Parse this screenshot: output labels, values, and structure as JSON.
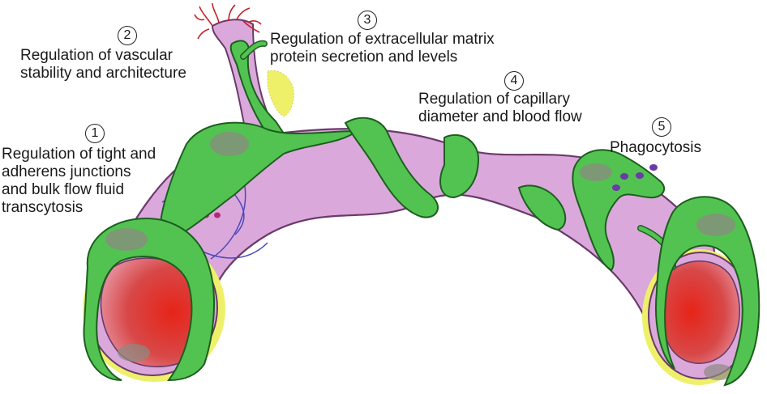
{
  "annotations": [
    {
      "id": "1",
      "number": "1",
      "lines": [
        "Regulation of tight and",
        "adherens junctions",
        "and bulk flow fluid",
        "transcytosis"
      ]
    },
    {
      "id": "2",
      "number": "2",
      "lines": [
        "Regulation of vascular",
        "stability and architecture"
      ]
    },
    {
      "id": "3",
      "number": "3",
      "lines": [
        "Regulation of extracellular matrix",
        "protein secretion and levels"
      ]
    },
    {
      "id": "4",
      "number": "4",
      "lines": [
        "Regulation of capillary",
        "diameter and blood flow"
      ]
    },
    {
      "id": "5",
      "number": "5",
      "lines": [
        "Phagocytosis"
      ]
    }
  ],
  "colors": {
    "vessel": "#dba8dc",
    "vessel_outline": "#6a3a6a",
    "pericyte": "#52c350",
    "pericyte_outline": "#1d5e1f",
    "nucleus": "#8c8a80",
    "lumen": "#d42020",
    "basement": "#eef06a",
    "membrane_line": "#4a48b8",
    "vesicle": "#b52a76",
    "phagosome": "#6a3aa8",
    "dendrites": "#c4202a"
  }
}
